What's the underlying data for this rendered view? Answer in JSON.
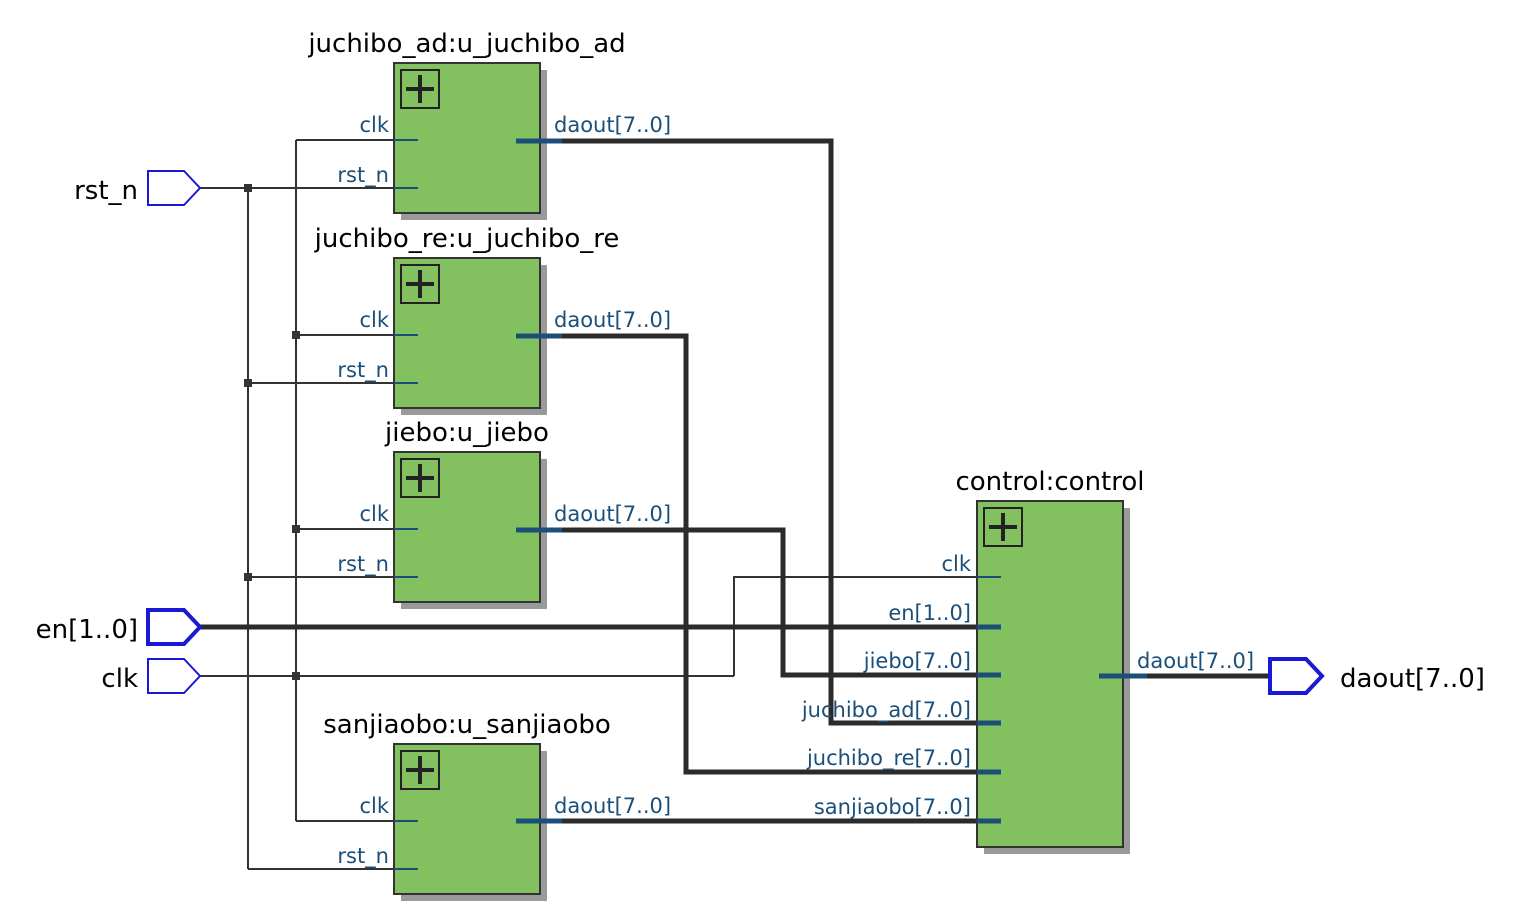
{
  "blocks": {
    "juchibo_ad": {
      "title": "juchibo_ad:u_juchibo_ad",
      "pins": {
        "clk": "clk",
        "rst_n": "rst_n",
        "daout": "daout[7..0]"
      }
    },
    "juchibo_re": {
      "title": "juchibo_re:u_juchibo_re",
      "pins": {
        "clk": "clk",
        "rst_n": "rst_n",
        "daout": "daout[7..0]"
      }
    },
    "jiebo": {
      "title": "jiebo:u_jiebo",
      "pins": {
        "clk": "clk",
        "rst_n": "rst_n",
        "daout": "daout[7..0]"
      }
    },
    "sanjiaobo": {
      "title": "sanjiaobo:u_sanjiaobo",
      "pins": {
        "clk": "clk",
        "rst_n": "rst_n",
        "daout": "daout[7..0]"
      }
    },
    "control": {
      "title": "control:control",
      "pins": {
        "clk": "clk",
        "en": "en[1..0]",
        "jiebo": "jiebo[7..0]",
        "juchibo_ad": "juchibo_ad[7..0]",
        "juchibo_re": "juchibo_re[7..0]",
        "sanjiaobo": "sanjiaobo[7..0]",
        "daout": "daout[7..0]"
      }
    }
  },
  "ports": {
    "rst_n": "rst_n",
    "en": "en[1..0]",
    "clk": "clk",
    "daout": "daout[7..0]"
  },
  "colors": {
    "block_fill": "#82c060",
    "wire": "#2b2b2b",
    "pin_label": "#1b4f7a",
    "port_outline": "#1a1ad6"
  }
}
